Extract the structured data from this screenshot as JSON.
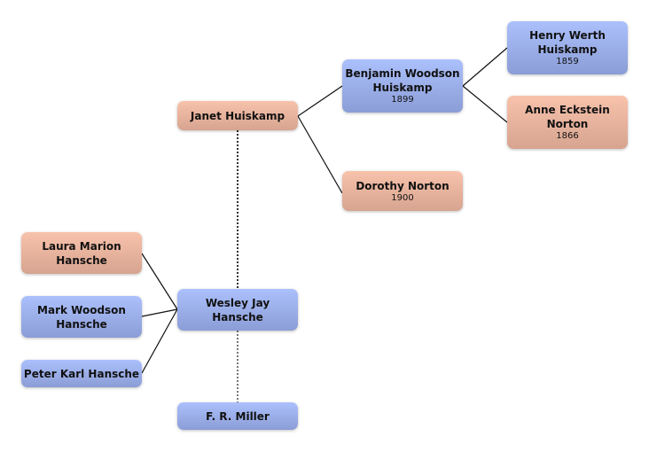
{
  "people": {
    "janet": {
      "name": "Janet Huiskamp",
      "sex": "female"
    },
    "benjamin": {
      "name": "Benjamin Woodson Huiskamp",
      "year": "1899",
      "sex": "male"
    },
    "dorothy": {
      "name": "Dorothy Norton",
      "year": "1900",
      "sex": "female"
    },
    "henry": {
      "name": "Henry Werth Huiskamp",
      "year": "1859",
      "sex": "male"
    },
    "anne": {
      "name": "Anne Eckstein Norton",
      "year": "1866",
      "sex": "female"
    },
    "laura": {
      "name": "Laura Marion Hansche",
      "sex": "female"
    },
    "mark": {
      "name": "Mark Woodson Hansche",
      "sex": "male"
    },
    "peter": {
      "name": "Peter Karl Hansche",
      "sex": "male"
    },
    "wesley": {
      "name": "Wesley Jay Hansche",
      "sex": "male"
    },
    "miller": {
      "name": "F. R. Miller",
      "sex": "male"
    }
  },
  "colors": {
    "male": "#9aaee9",
    "female": "#e8b39c"
  }
}
